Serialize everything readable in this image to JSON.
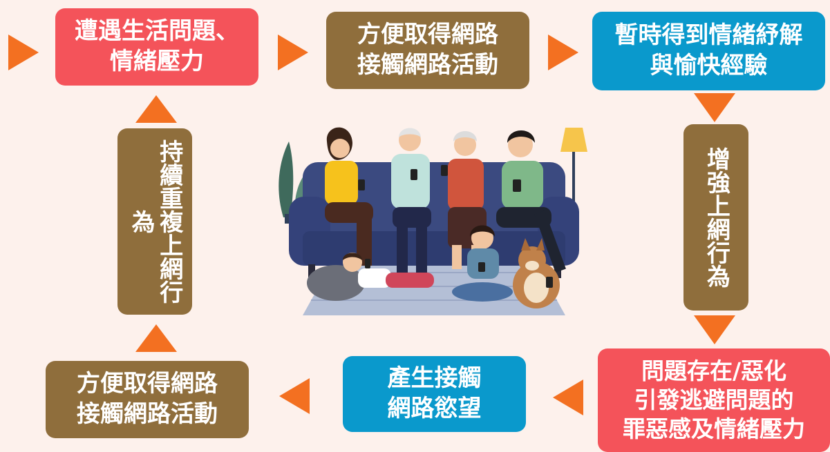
{
  "colors": {
    "background": "#fdf1ec",
    "red_box": "#f4535a",
    "brown_box": "#8f6e3c",
    "blue_box": "#0a99cc",
    "arrow": "#f37021"
  },
  "nodes": {
    "top_left": "遭遇生活問題、\n情緒壓力",
    "top_middle": "方便取得網路\n接觸網路活動",
    "top_right": "暫時得到情緒紓解\n與愉快經驗",
    "right_vertical": "增強上網行為",
    "bottom_right": "問題存在/惡化\n引發逃避問題的\n罪惡感及情緒壓力",
    "bottom_middle": "產生接觸\n網路慾望",
    "bottom_left": "方便取得網路\n接觸網路活動",
    "left_vertical": "持續重複上網行為"
  },
  "illustration": {
    "subject": "family-on-sofa-using-phones"
  }
}
